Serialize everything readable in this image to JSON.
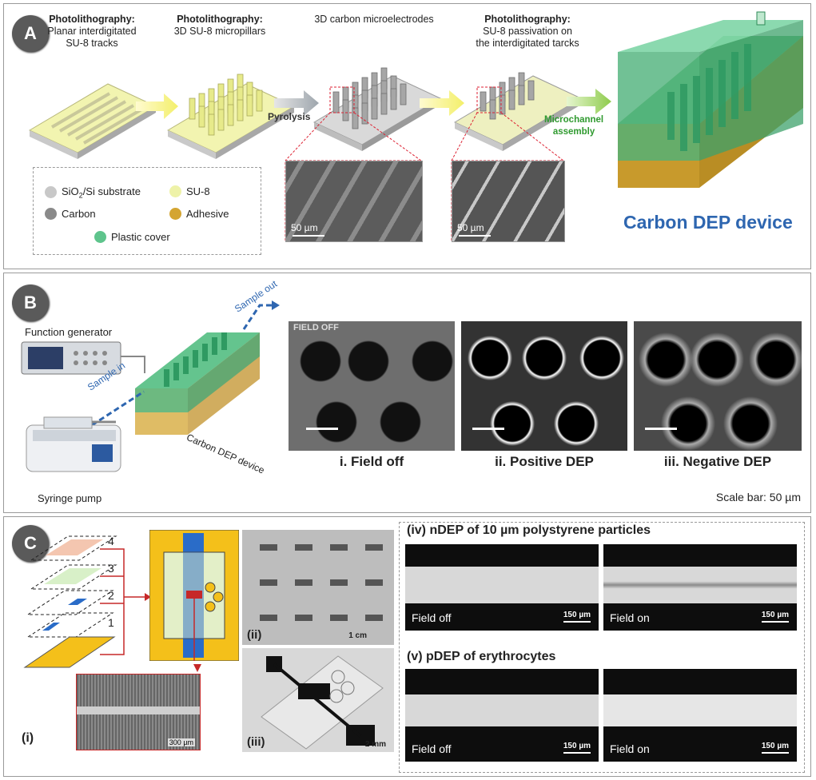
{
  "panel_a": {
    "badge": "A",
    "steps": [
      {
        "bold": "Photolithography:",
        "text1": "Planar interdigitated",
        "text2": "SU-8 tracks"
      },
      {
        "bold": "Photolithography:",
        "text1": "3D SU-8 micropillars",
        "text2": ""
      },
      {
        "bold": "",
        "text1": "3D carbon microelectrodes",
        "text2": ""
      },
      {
        "bold": "Photolithography:",
        "text1": "SU-8 passivation on",
        "text2": "the interdigitated tarcks"
      }
    ],
    "pyrolysis": "Pyrolysis",
    "microchannel_1": "Microchannel",
    "microchannel_2": "assembly",
    "sem_scale_1": "50 µm",
    "sem_scale_2": "50 µm",
    "legend": {
      "sio2_pre": "SiO",
      "sio2_sub": "2",
      "sio2_post": "/Si substrate",
      "su8": "SU-8",
      "carbon": "Carbon",
      "adhesive": "Adhesive",
      "plastic": "Plastic cover"
    },
    "device_title": "Carbon DEP device",
    "colors": {
      "substrate": "#c8c8c8",
      "su8": "#eef2a8",
      "carbon": "#8a8a8a",
      "adhesive": "#d4a531",
      "plastic": "#5ec48c",
      "title": "#2e66b0"
    }
  },
  "panel_b": {
    "badge": "B",
    "function_generator": "Function generator",
    "syringe_pump": "Syringe pump",
    "sample_in": "Sample in",
    "sample_out": "Sample out",
    "device_label": "Carbon DEP device",
    "field_off_tag": "FIELD OFF",
    "captions": [
      "i. Field off",
      "ii. Positive DEP",
      "iii. Negative DEP"
    ],
    "scale_bar": "Scale bar: 50 µm"
  },
  "panel_c": {
    "badge": "C",
    "layers": [
      "4",
      "3",
      "2",
      "1"
    ],
    "label_i": "(i)",
    "label_ii": "(ii)",
    "label_iii": "(iii)",
    "scale_i": "300 µm",
    "scale_ii": "1 cm",
    "scale_iii": "2 mm",
    "iv_title": "(iv) nDEP of 10 µm polystyrene particles",
    "v_title": "(v) pDEP of erythrocytes",
    "field_off": "Field off",
    "field_on": "Field on",
    "scale_150": "150 µm"
  }
}
